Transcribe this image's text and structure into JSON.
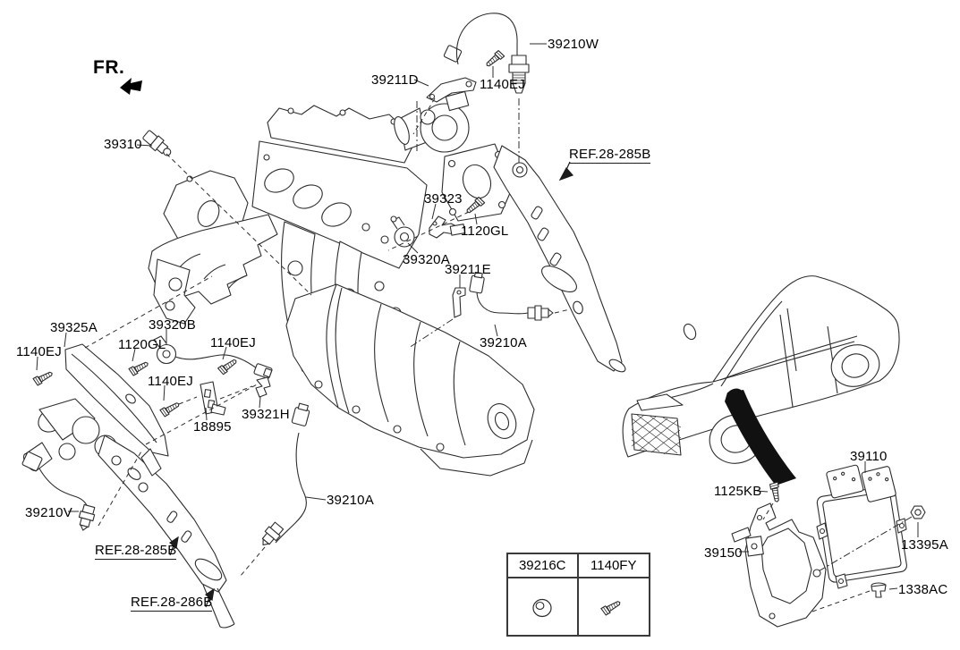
{
  "diagram": {
    "direction_indicator": {
      "label": "FR."
    },
    "colors": {
      "background": "#ffffff",
      "line_art": "#2d2d2d",
      "label_text": "#000000",
      "location_marker": "#111111"
    },
    "part_labels": [
      {
        "text": "39310"
      },
      {
        "text": "39211D"
      },
      {
        "text": "1140EJ"
      },
      {
        "text": "39210W"
      },
      {
        "text": "39323"
      },
      {
        "text": "1120GL"
      },
      {
        "text": "39320A"
      },
      {
        "text": "39211E"
      },
      {
        "text": "39210A"
      },
      {
        "text": "39325A"
      },
      {
        "text": "1140EJ"
      },
      {
        "text": "1120GL"
      },
      {
        "text": "39320B"
      },
      {
        "text": "1140EJ"
      },
      {
        "text": "1140EJ"
      },
      {
        "text": "18895"
      },
      {
        "text": "39321H"
      },
      {
        "text": "39210V"
      },
      {
        "text": "39210A"
      },
      {
        "text": "39110"
      },
      {
        "text": "1125KB"
      },
      {
        "text": "13395A"
      },
      {
        "text": "39150"
      },
      {
        "text": "1338AC"
      }
    ],
    "ref_labels": [
      {
        "text": "REF.28-285B"
      },
      {
        "text": "REF.28-285B"
      },
      {
        "text": "REF.28-286B"
      }
    ],
    "legend_table": {
      "columns": [
        {
          "part_number": "39216C",
          "icon": "grommet-icon"
        },
        {
          "part_number": "1140FY",
          "icon": "bolt-icon"
        }
      ]
    }
  }
}
